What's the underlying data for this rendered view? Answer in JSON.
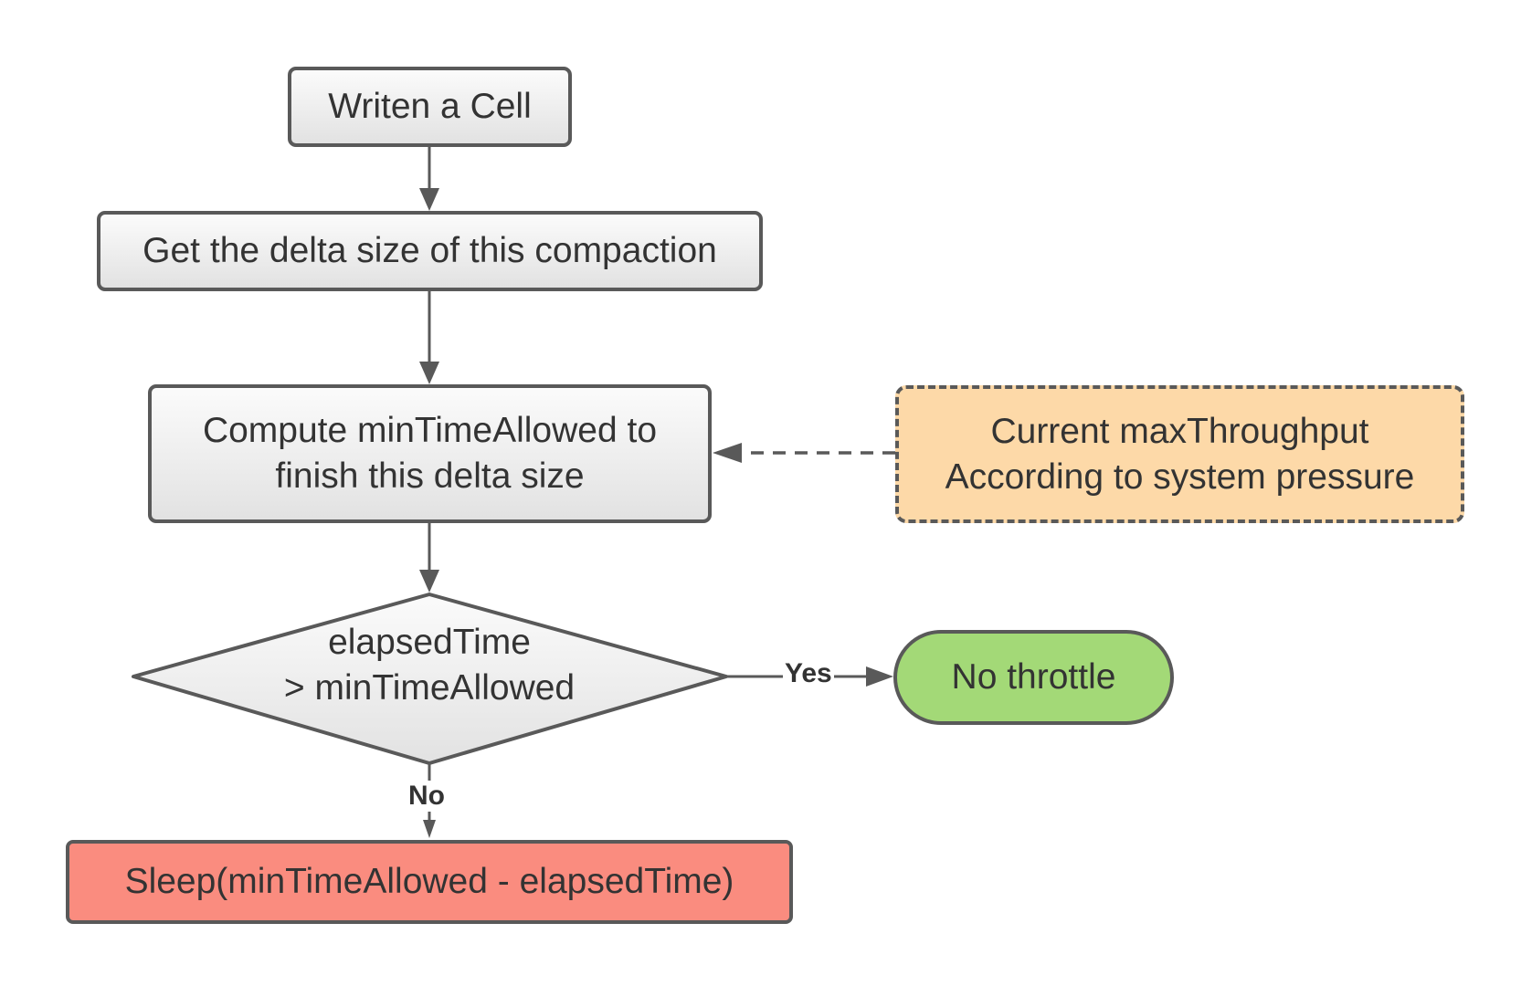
{
  "nodes": {
    "write_cell": {
      "text": "Writen a Cell"
    },
    "get_delta": {
      "text": "Get the delta size of this compaction"
    },
    "compute": {
      "lines": [
        "Compute minTimeAllowed to",
        "finish this delta size"
      ]
    },
    "max_throughput": {
      "lines": [
        "Current maxThroughput",
        "According to system pressure"
      ]
    },
    "decision": {
      "lines": [
        "elapsedTime",
        "> minTimeAllowed"
      ]
    },
    "no_throttle": {
      "text": "No throttle"
    },
    "sleep": {
      "text": "Sleep(minTimeAllowed - elapsedTime)"
    }
  },
  "edges": {
    "yes_label": "Yes",
    "no_label": "No"
  },
  "colors": {
    "stroke": "#595959",
    "text": "#333333",
    "process_fill_top": "#fbfbfb",
    "process_fill_bottom": "#e2e2e2",
    "note_fill": "#fdd9a8",
    "terminal_fill": "#a3d977",
    "sleep_fill": "#fa8c7f"
  }
}
